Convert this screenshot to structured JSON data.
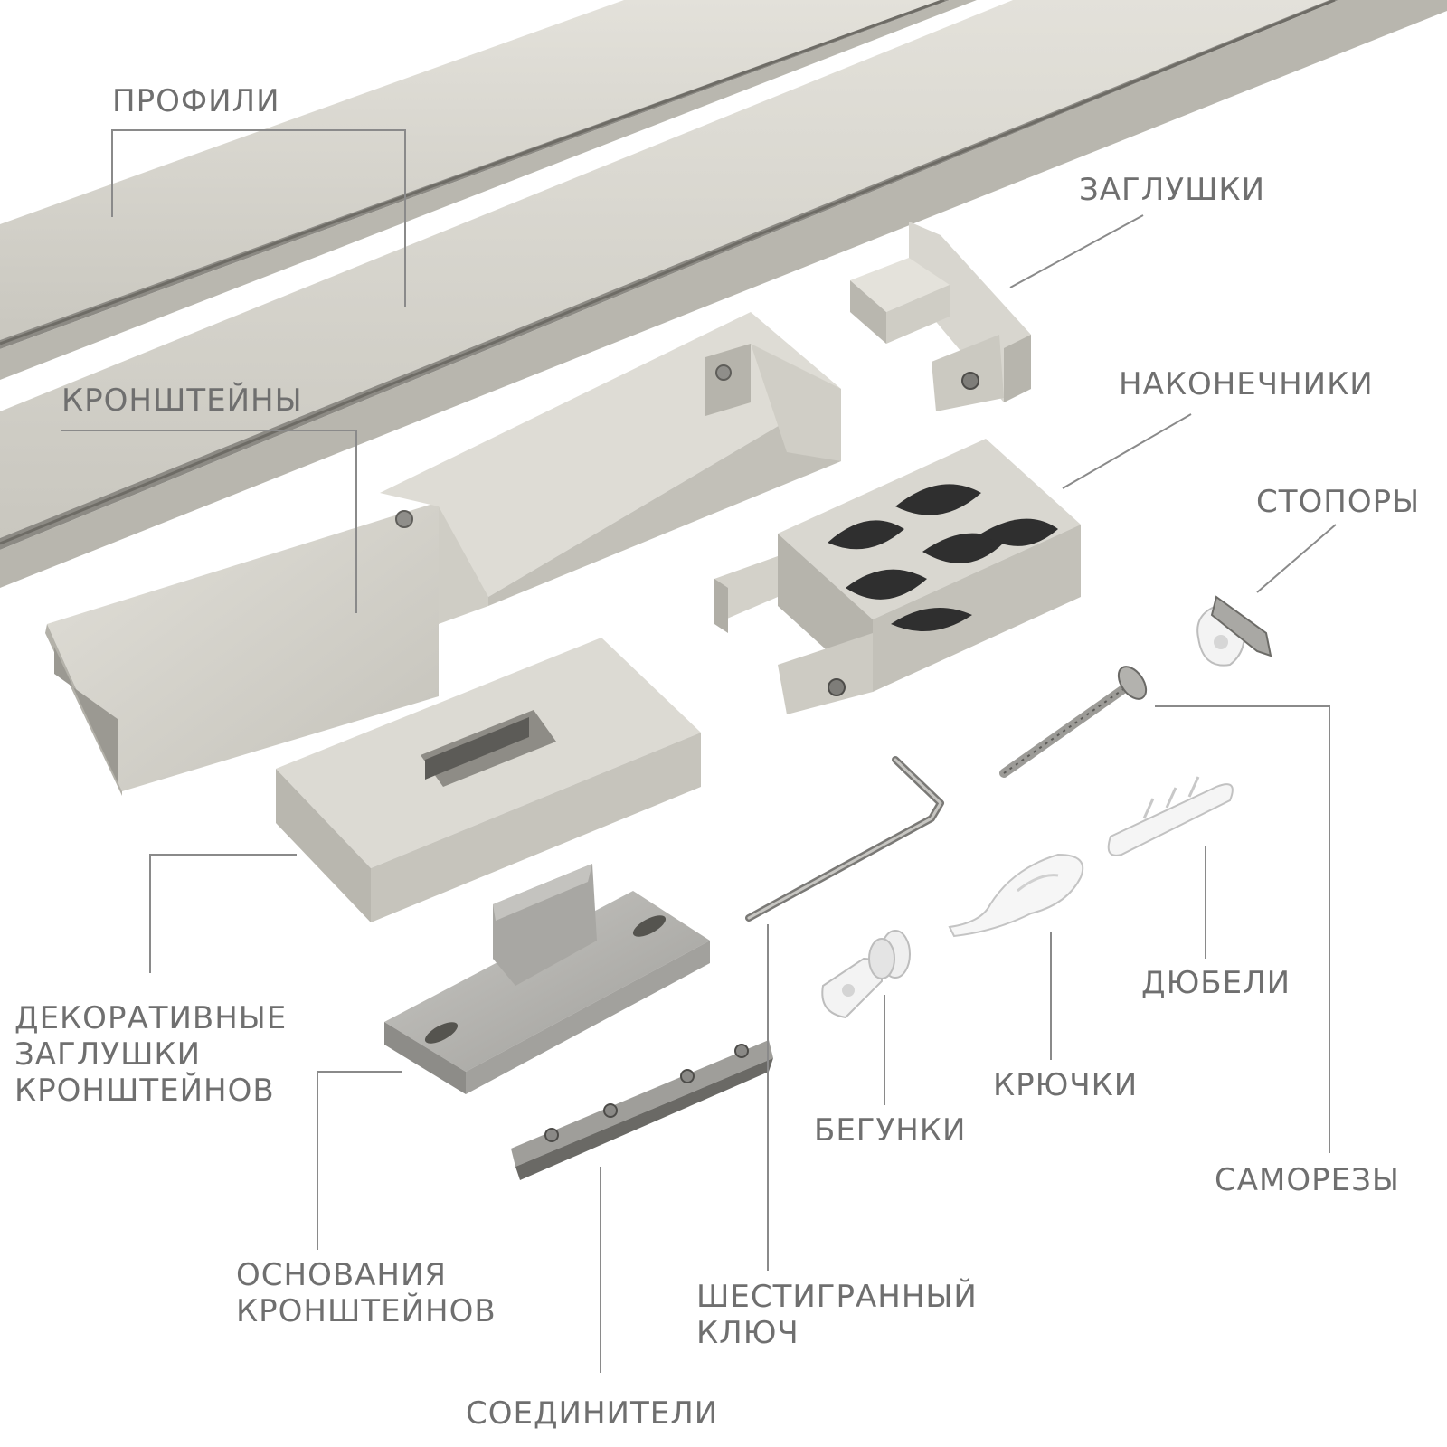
{
  "labels": {
    "profiles": "ПРОФИЛИ",
    "end_caps": "ЗАГЛУШКИ",
    "brackets": "КРОНШТЕЙНЫ",
    "finials": "НАКОНЕЧНИКИ",
    "stoppers": "СТОПОРЫ",
    "decorative_bracket_caps": "ДЕКОРАТИВНЫЕ\nЗАГЛУШКИ\nКРОНШТЕЙНОВ",
    "bracket_bases": "ОСНОВАНИЯ\nКРОНШТЕЙНОВ",
    "hex_key": "ШЕСТИГРАННЫЙ\nКЛЮЧ",
    "connectors": "СОЕДИНИТЕЛИ",
    "runners": "БЕГУНКИ",
    "hooks": "КРЮЧКИ",
    "dowels": "ДЮБЕЛИ",
    "screws": "САМОРЕЗЫ"
  },
  "colors": {
    "background": "#ffffff",
    "label_text": "#6f6f6f",
    "leader_line": "#8a8a8a",
    "metal_light": "#dcdad3",
    "metal_mid": "#c6c4bc",
    "metal_dark": "#a8a69e",
    "steel": "#b5b5b2",
    "plastic_white": "#f4f4f4"
  }
}
